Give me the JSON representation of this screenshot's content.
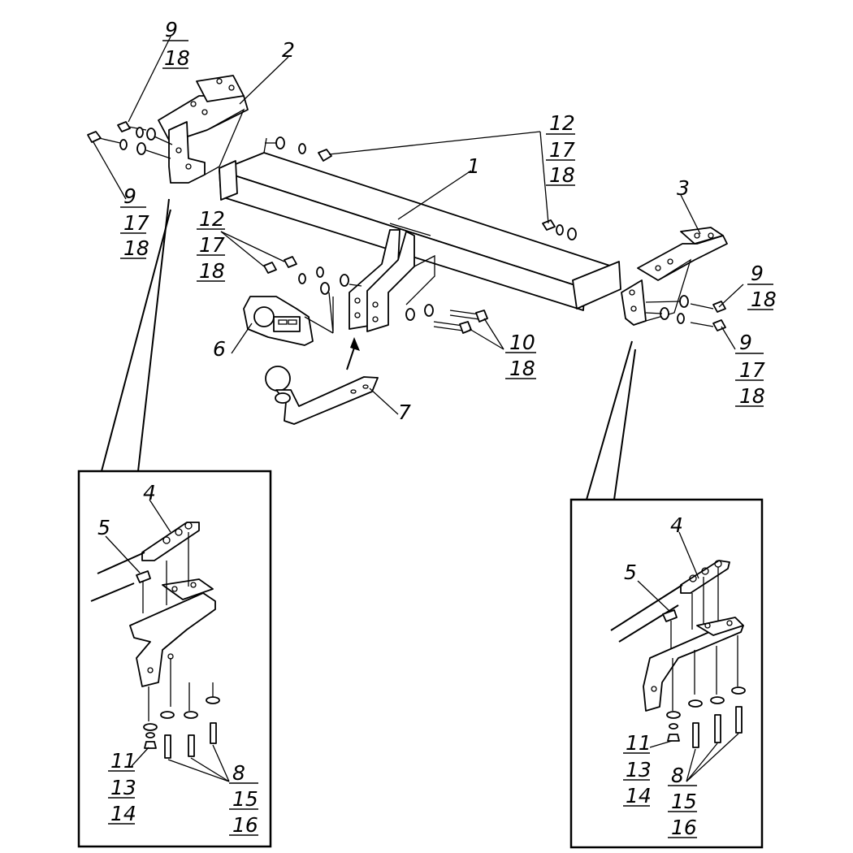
{
  "labels": {
    "p1": "1",
    "p2": "2",
    "p3": "3",
    "p6": "6",
    "p7": "7",
    "tl_top": [
      "9",
      "18"
    ],
    "tl_bottom": [
      "9",
      "17",
      "18"
    ],
    "top_right": [
      "12",
      "17",
      "18"
    ],
    "mid_left": [
      "12",
      "17",
      "18"
    ],
    "r_mid": [
      "9",
      "18"
    ],
    "r_bottom": [
      "9",
      "17",
      "18"
    ],
    "center_bolts": [
      "10",
      "18"
    ],
    "left_detail": {
      "p4": "4",
      "p5": "5",
      "nut_stack": [
        "11",
        "13",
        "14"
      ],
      "bolt_stack": [
        "8",
        "15",
        "16"
      ]
    },
    "right_detail": {
      "p4": "4",
      "p5": "5",
      "nut_stack": [
        "11",
        "13",
        "14"
      ],
      "bolt_stack": [
        "8",
        "15",
        "16"
      ]
    }
  }
}
